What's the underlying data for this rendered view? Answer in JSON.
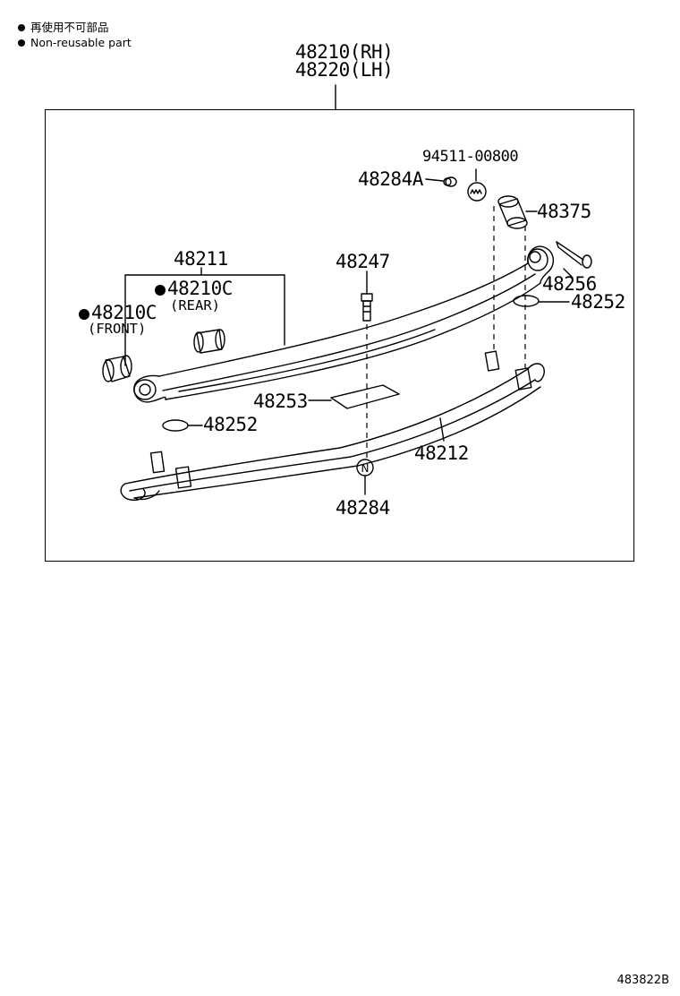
{
  "legend": {
    "line1": "再使用不可部品",
    "line2": "Non-reusable part"
  },
  "assembly": {
    "rh": "48210(RH)",
    "lh": "48220(LH)"
  },
  "parts": {
    "p94511": "94511-00800",
    "p48284A": "48284A",
    "p48375": "48375",
    "p48211": "48211",
    "p48247": "48247",
    "p48256": "48256",
    "p48210C_rear": "48210C",
    "p48210C_rear_note": "(REAR)",
    "p48252_right": "48252",
    "p48210C_front": "48210C",
    "p48210C_front_note": "(FRONT)",
    "p48253": "48253",
    "p48252_left": "48252",
    "p48212": "48212",
    "p48284": "48284"
  },
  "nut_marker_letter": "N",
  "reference_code": "483822B"
}
